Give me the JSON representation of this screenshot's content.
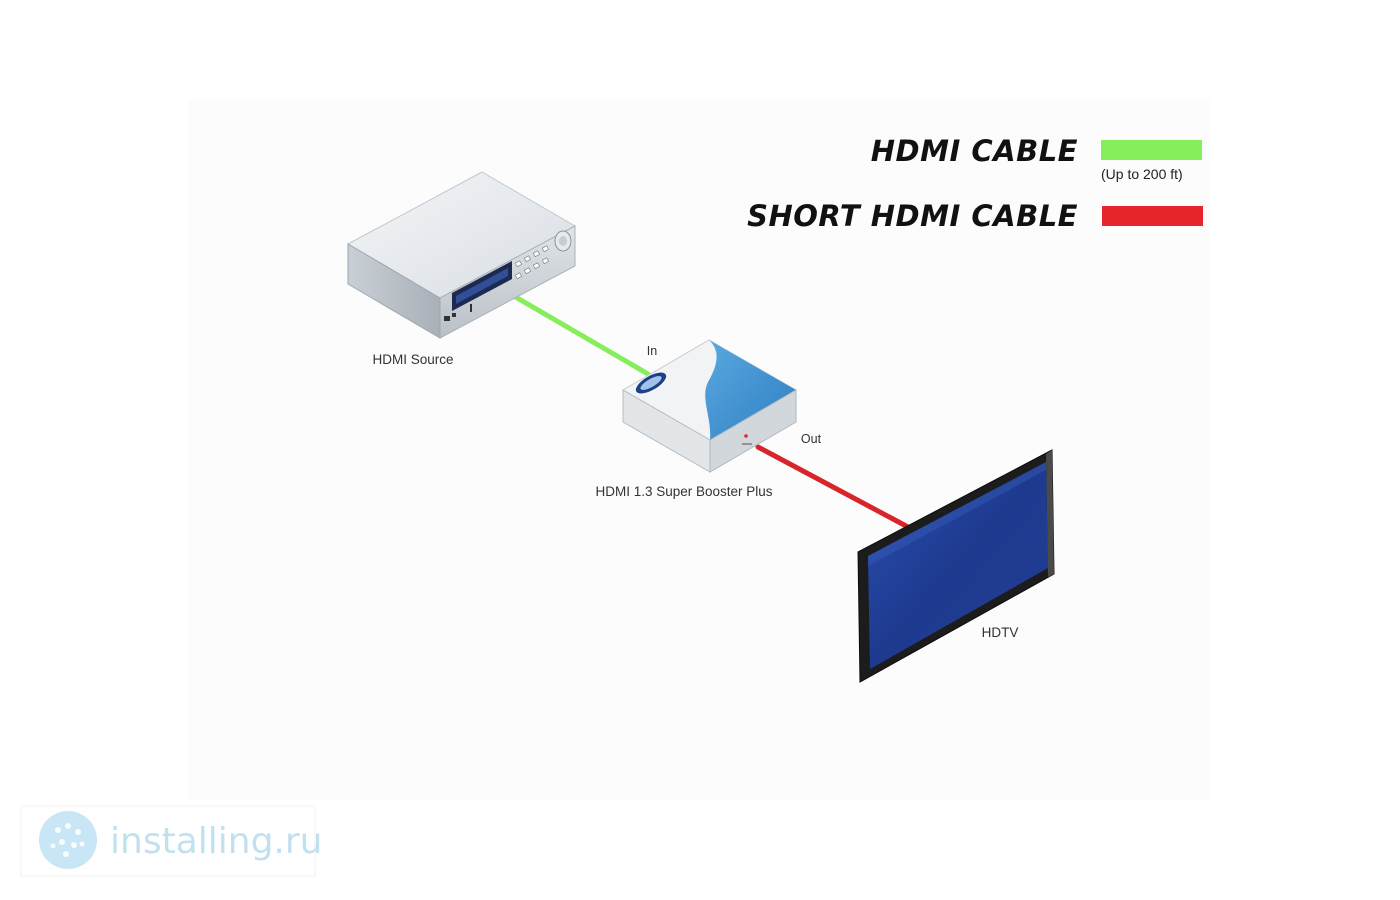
{
  "legend": {
    "items": [
      {
        "label": "HDMI CABLE",
        "note": "(Up to 200 ft)",
        "color": "#86ee5a"
      },
      {
        "label": "SHORT HDMI CABLE",
        "note": "",
        "color": "#e8242b"
      }
    ]
  },
  "devices": {
    "source": {
      "label": "HDMI Source"
    },
    "booster": {
      "label": "HDMI 1.3 Super Booster Plus",
      "in_label": "In",
      "out_label": "Out"
    },
    "tv": {
      "label": "HDTV"
    }
  },
  "connections": [
    {
      "from": "HDMI Source",
      "to": "HDMI 1.3 Super Booster Plus",
      "cable": "HDMI CABLE",
      "color": "#86ee5a"
    },
    {
      "from": "HDMI 1.3 Super Booster Plus",
      "to": "HDTV",
      "cable": "SHORT HDMI CABLE",
      "color": "#e8242b"
    }
  ],
  "watermark": {
    "text": "installing.ru"
  },
  "colors": {
    "booster_blue": "#3b8fd0",
    "tv_screen": "#1e3a8f",
    "tv_frame": "#1a1a1a",
    "watermark": "#b7dcef"
  }
}
